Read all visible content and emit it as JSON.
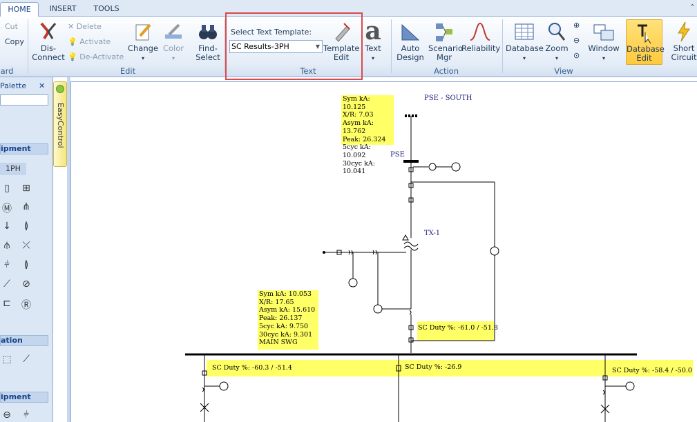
{
  "tabs": [
    "HOME",
    "INSERT",
    "TOOLS"
  ],
  "clipboard": {
    "cut": "Cut",
    "copy": "Copy",
    "group": "ard"
  },
  "edit": {
    "disconnect": "Dis-\nConnect",
    "delete": "Delete",
    "activate": "Activate",
    "deactivate": "De-Activate",
    "change": "Change",
    "color": "Color",
    "find_select": "Find-\nSelect",
    "group": "Edit"
  },
  "text": {
    "select_label": "Select Text Template:",
    "select_value": "SC Results-3PH",
    "template_edit": "Template\nEdit",
    "text_btn": "Text",
    "group": "Text"
  },
  "action": {
    "auto_design": "Auto\nDesign",
    "scenario_mgr": "Scenario\nMgr",
    "reliability": "Reliability",
    "group": "Action"
  },
  "view": {
    "database": "Database",
    "zoom": "Zoom",
    "window": "Window",
    "group": "View"
  },
  "right": {
    "database_edit": "Database\nEdit",
    "short_circuit": "Short\nCircuit"
  },
  "palette": {
    "title": "Palette",
    "sec1": "ipment",
    "tab1ph": "1PH",
    "sec2": "ation",
    "sec3": "ipment"
  },
  "easycontrol": "EasyControl",
  "diagram": {
    "pse_south": "PSE - SOUTH",
    "pse": "PSE",
    "tx1": "TX-1",
    "box1": [
      "Sym kA:  10.125",
      "X/R: 7.03",
      "Asym kA: 13.762",
      "Peak: 26.324",
      "5cyc kA: 10.092",
      "30cyc kA: 10.041"
    ],
    "box2": [
      "Sym kA:  10.053",
      "X/R: 17.65",
      "Asym kA: 15.610",
      "Peak: 26.137",
      "5cyc kA: 9.750",
      "30cyc kA: 9.301",
      "MAIN SWG"
    ],
    "duty_tx": "SC Duty %: -61.0 / -51.8",
    "duty_a": "SC Duty %: -60.3 / -51.4",
    "duty_b": "SC Duty %: -26.9",
    "duty_c": "SC Duty %: -58.4 / -50.0"
  }
}
